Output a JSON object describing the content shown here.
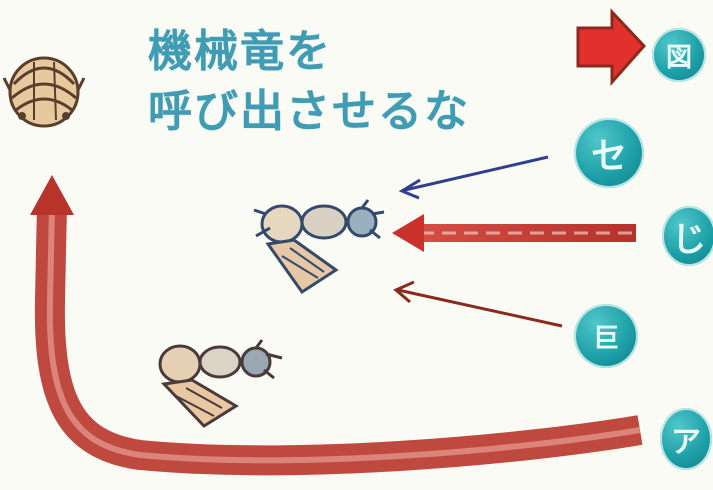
{
  "caption": {
    "line1": "機械竜を",
    "line2": "呼び出させるな"
  },
  "badges": [
    {
      "id": "top",
      "glyph": "図"
    },
    {
      "id": "se",
      "glyph": "セ"
    },
    {
      "id": "ji",
      "glyph": "じ"
    },
    {
      "id": "ko",
      "glyph": "巨"
    },
    {
      "id": "bottom",
      "glyph": "ア"
    }
  ],
  "colors": {
    "caption": "#3f9cb3",
    "badge": "#1ea0a8",
    "red_arrow": "#c8322a",
    "blue_arrow": "#2f3f8f"
  },
  "icons": [
    "mechanical-dragon-pod-icon",
    "mech-dragon-upper-icon",
    "mech-dragon-lower-icon"
  ]
}
